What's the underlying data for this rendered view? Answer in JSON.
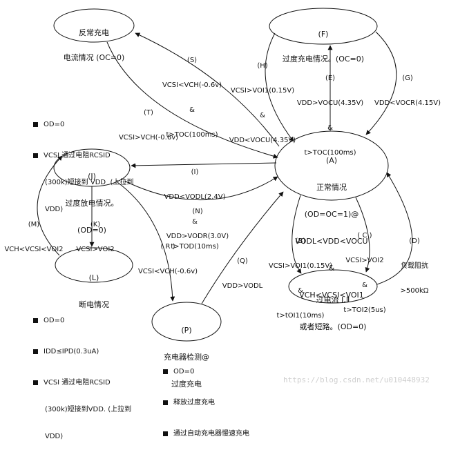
{
  "nodes": {
    "abnormal": {
      "line1": "反常充电",
      "line2": "电流情况 (OC=0)"
    },
    "F": {
      "line1": "(F)",
      "line2": "过度充电情况。(OC=0)"
    },
    "A": {
      "l1": "(A)",
      "l2": "正常情况",
      "l3": "(OD=OC=1)@",
      "l4": "VODL<VDD<VOCU",
      "l5": "&",
      "l6": "VCH<VCSI<VOI1"
    },
    "J": {
      "l1": "(J)",
      "l2": "过度放电情况。",
      "l3": "(OD=0)"
    },
    "L": {
      "l1": "(L)",
      "l2": "断电情况"
    },
    "over": {
      "l1": "过电流 Ⅰ,Ⅱ",
      "l2": "或者短路。(OD=0)"
    },
    "P": {
      "l1": "(P)",
      "l2": "充电器检测@",
      "l3": "过度充电"
    }
  },
  "edges": {
    "S": {
      "l1": "(S)",
      "l2": "VCSI<VCH(-0.6v)",
      "l3": "&",
      "l4": "t>TOC(100ms)"
    },
    "H": {
      "l1": "(H)",
      "l2": "VCSI>VOI1(0.15V)",
      "l3": "&",
      "l4": "VDD<VOCU(4.35V)"
    },
    "E": {
      "l1": "(E)",
      "l2": "VDD>VOCU(4.35V)",
      "l3": "&",
      "l4": "t>TOC(100ms)"
    },
    "G": {
      "l1": "(G)",
      "l2": "VDD<VOCR(4.15V)"
    },
    "T": {
      "l1": "(T)",
      "l2": "VCSI>VCH(-0.6v)"
    },
    "I": {
      "l1": "(I)",
      "l2": "VDD<VODL(2.4V)",
      "l3": "&",
      "l4": "t>TOD(10ms)"
    },
    "N": {
      "l1": "(N)",
      "l2": "VDD>VODR(3.0V)"
    },
    "M": {
      "l1": "(M)",
      "l2": "VCH<VCSI<VOI2"
    },
    "K": {
      "l1": "(K)",
      "l2": "VCSI>VOI2"
    },
    "R": {
      "l1": "( R )",
      "l2": "VCSI<VCH(-0.6v)"
    },
    "Q": {
      "l1": "(Q)",
      "l2": "VDD>VODL"
    },
    "B": {
      "l1": "(B)",
      "l2": "VCSI>VOI1(0.15V)",
      "l3": "&",
      "l4": "t>tOI1(10ms)"
    },
    "C": {
      "l1": "( C )",
      "l2": "VCSI>VOI2",
      "l3": "&",
      "l4": "t>TOI2(5us)"
    },
    "D": {
      "l1": "(D)",
      "l2": "负载阻抗",
      "l3": ">500kΩ"
    }
  },
  "notes": {
    "oc": [
      "OD=0",
      "VCSI 通过电阻RCSID",
      "(300k)短接到 VDD  (上拉到",
      "VDD)"
    ],
    "od": [
      "OD=0",
      "IDD≤IPD(0.3uA)",
      "VCSI 通过电阻RCSID",
      "(300k)短接到VDD. (上拉到",
      "VDD)"
    ],
    "p": [
      "OD=0",
      "释放过度充电",
      "通过自动充电器慢速充电"
    ]
  },
  "watermark": "https://blog.csdn.net/u010448932"
}
